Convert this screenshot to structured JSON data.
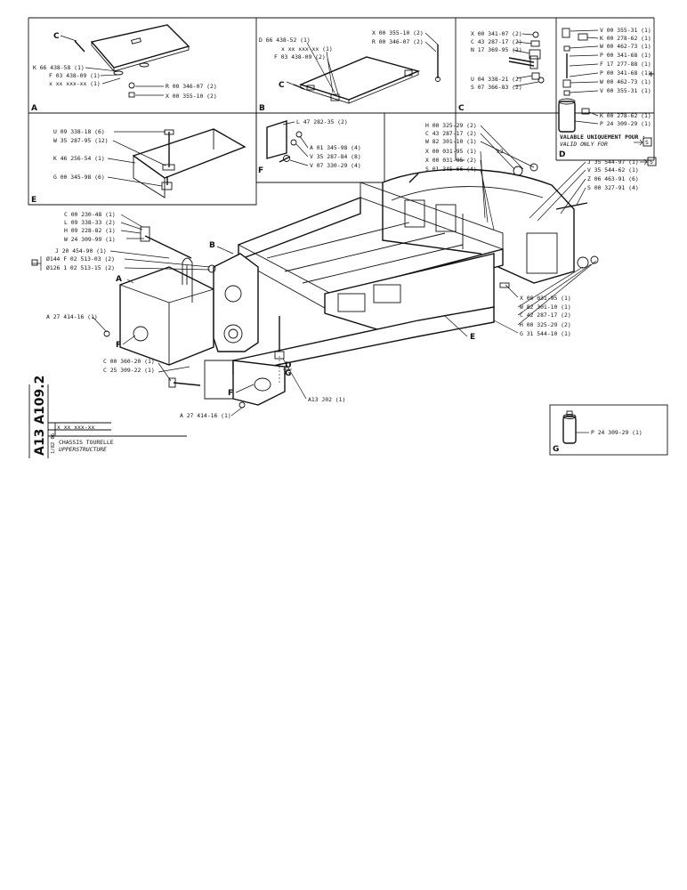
{
  "panels": {
    "A": {
      "letter": "A",
      "callouts": [
        "C",
        "K 66 438-58 (1)",
        "F 03 438-09 (1)",
        "x xx xxx-xx (1)",
        "R 00 346-07 (2)",
        "X 00 355-10 (2)"
      ]
    },
    "B": {
      "letter": "B",
      "callouts": [
        "D 66 438-52 (1)",
        "x xx xxx-xx (1)",
        "F 03 438-09 (2)",
        "X 00 355-10 (2)",
        "R 00 346-07 (2)",
        "C"
      ]
    },
    "C": {
      "letter": "C",
      "callouts": [
        "X 00 341-07 (2)",
        "C 43 287-17 (2)",
        "N 17 369-95 (2)",
        "U 04 338-21 (2)",
        "S 07 366-83 (2)"
      ]
    },
    "D": {
      "letter": "D",
      "callouts": [
        "V 00 355-31 (1)",
        "K 00 278-62 (1)",
        "W 00 462-73 (1)",
        "P 00 341-68 (1)",
        "F 17 277-88 (1)",
        "P 00 341-68 (1)",
        "W 00 462-73 (1)",
        "V 00 355-31 (1)",
        "K 00 278-62 (1)",
        "P 24 309-29 (1)"
      ],
      "plus": "+",
      "note_fr": "VALABLE UNIQUEMENT POUR :",
      "note_en": "VALID ONLY FOR",
      "symbol": "S"
    },
    "E": {
      "letter": "E",
      "callouts": [
        "U 09 338-18 (6)",
        "W 35 287-95 (12)",
        "K 46 256-54 (1)",
        "G 00 345-98 (6)"
      ]
    },
    "F": {
      "letter": "F",
      "callouts": [
        "L 47 282-35 (2)",
        "A 01 345-98 (4)",
        "V 35 287-84 (8)",
        "V 07 330-29 (4)"
      ]
    },
    "G": {
      "letter": "G",
      "callouts": [
        "P 24 309-29 (1)"
      ]
    }
  },
  "main": {
    "left_callouts": [
      "C 00 230-48 (1)",
      "L 09 338-33 (2)",
      "H 09 228-82 (1)",
      "W 24 309-99 (1)",
      "J 20 454-90 (1)",
      "Ø144  F 02 513-03 (2)",
      "Ø126  1 02 513-15 (2)"
    ],
    "top_callouts": [
      "H 00 325-29 (2)",
      "C 43 287-17 (2)",
      "W 82 301-10 (1)",
      "X 00 031-95 (1)",
      "X 00 031-95 (2)",
      "S 01 345-66 (4)"
    ],
    "x2": "x2",
    "right_callouts": [
      "J 35 544-97 (1)",
      "V 35 544-62 (1)",
      "Z 06 463-91 (6)",
      "S 00 327-91 (4)"
    ],
    "right_symbol": "S",
    "lower_right_callouts": [
      "X 00 031-95 (1)",
      "W 82 301-10 (1)",
      "C 42 287-17 (2)",
      "H 00 325-29 (2)",
      "G 31 544-10 (1)"
    ],
    "lower_left_callouts": [
      "A 27 414-16 (1)",
      "C 00 360-20 (1)",
      "C 25 309-22 (1)",
      "A 27 414-16 (1)"
    ],
    "center_callout": "A13  J02 (1)",
    "refs": [
      "A",
      "B",
      "E",
      "F",
      "F",
      "D",
      "G"
    ]
  },
  "title_block": {
    "doc_code": "A13 A109.2",
    "part_no": "x xx xxx-xx",
    "date": "1/82 06",
    "title_fr": "CHASSIS TOURELLE",
    "title_en": "UPPERSTRUCTURE"
  }
}
